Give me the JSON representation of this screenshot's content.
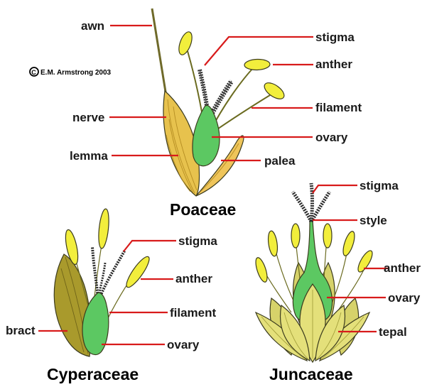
{
  "copyright": {
    "symbol": "C",
    "text": "E.M. Armstrong 2003"
  },
  "poaceae": {
    "title": "Poaceae",
    "labels": {
      "awn": "awn",
      "stigma": "stigma",
      "anther": "anther",
      "filament": "filament",
      "nerve": "nerve",
      "ovary": "ovary",
      "lemma": "lemma",
      "palea": "palea"
    }
  },
  "cyperaceae": {
    "title": "Cyperaceae",
    "labels": {
      "stigma": "stigma",
      "anther": "anther",
      "filament": "filament",
      "bract": "bract",
      "ovary": "ovary"
    }
  },
  "juncaceae": {
    "title": "Juncaceae",
    "labels": {
      "stigma": "stigma",
      "style": "style",
      "anther": "anther",
      "ovary": "ovary",
      "tepal": "tepal"
    }
  },
  "colors": {
    "leader_line": "#d81b1b",
    "ovary": "#5cc862",
    "anther": "#f2ee3c",
    "lemma": "#e7c24d",
    "palea": "#efc55a",
    "bract": "#a99a2c",
    "tepal": "#e4e07a",
    "stigma": "#2a2a2a"
  }
}
